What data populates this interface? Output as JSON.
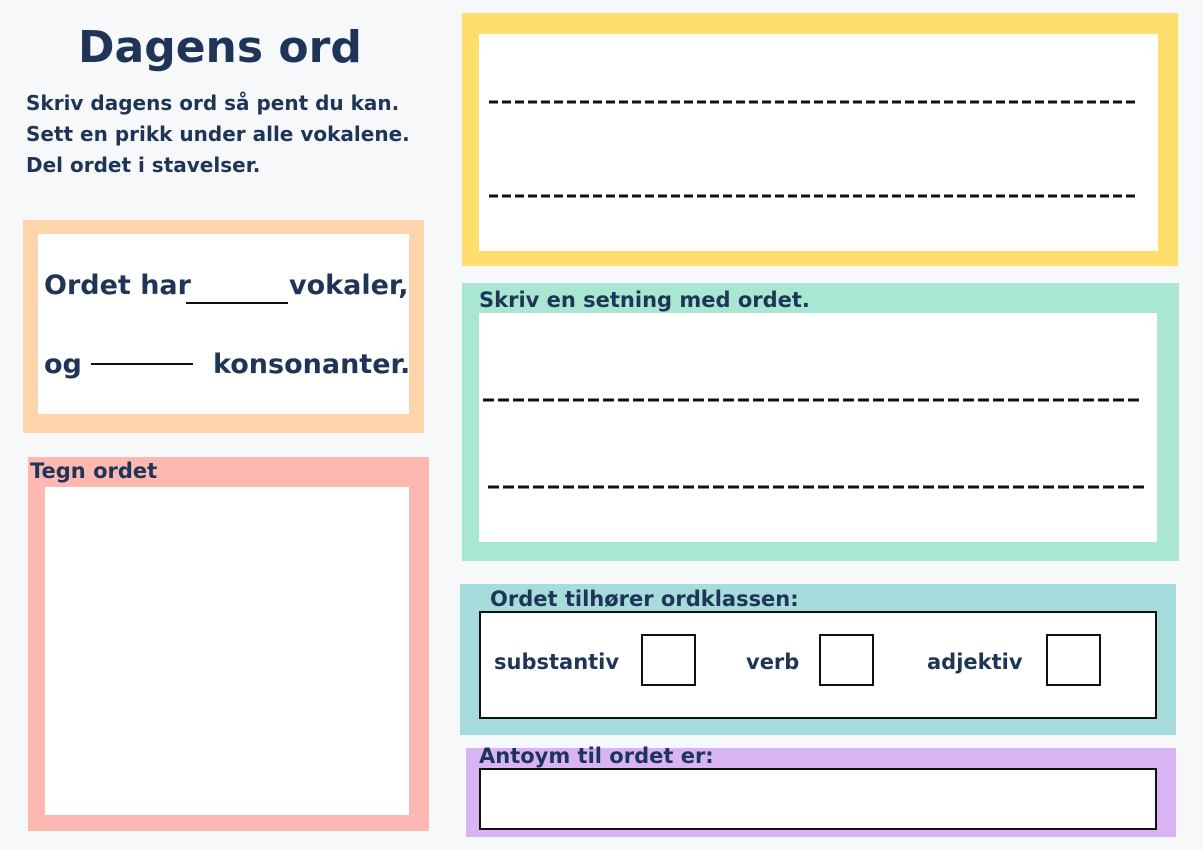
{
  "title": "Dagens ord",
  "instructions": [
    "Skriv dagens ord så pent du kan.",
    "Sett en prikk under alle vokalene.",
    "Del ordet i stavelser."
  ],
  "count_box": {
    "line1_prefix": "Ordet har",
    "line1_suffix": "vokaler,",
    "line2_prefix": "og",
    "line2_suffix": "konsonanter."
  },
  "sentence_box": {
    "label": "Skriv en setning med ordet."
  },
  "draw_box": {
    "label": "Tegn ordet"
  },
  "word_class_box": {
    "label": "Ordet tilhører ordklassen:",
    "options": [
      "substantiv",
      "verb",
      "adjektiv"
    ]
  },
  "antonym_box": {
    "label": "Antoym til ordet er:"
  },
  "colors": {
    "text": "#1f3557",
    "yellow": "#ffde6b",
    "orange": "#fed4ac",
    "green": "#a9e7d2",
    "pink": "#fdb8b1",
    "teal": "#a7dcdc",
    "purple": "#d8b4f5"
  }
}
